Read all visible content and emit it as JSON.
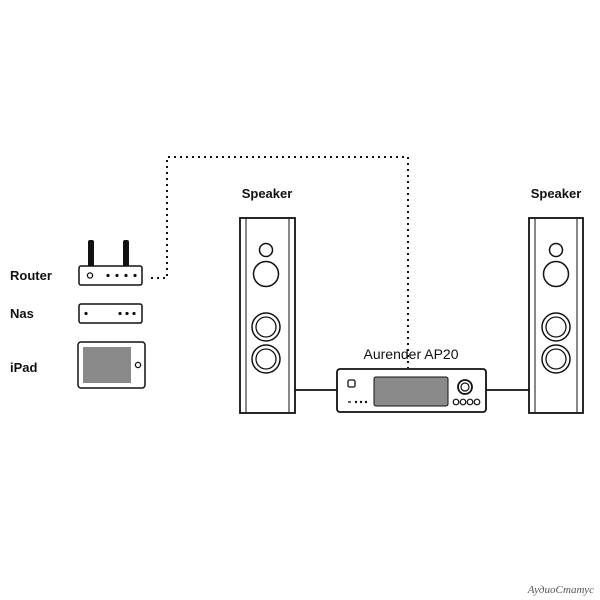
{
  "labels": {
    "router": "Router",
    "nas": "Nas",
    "ipad": "iPad",
    "speaker_left": "Speaker",
    "speaker_right": "Speaker",
    "amplifier": "Aurender AP20"
  },
  "watermark": "АудиоСтатус",
  "colors": {
    "line": "#111111",
    "screen": "#8a8a8a",
    "background": "#ffffff"
  }
}
